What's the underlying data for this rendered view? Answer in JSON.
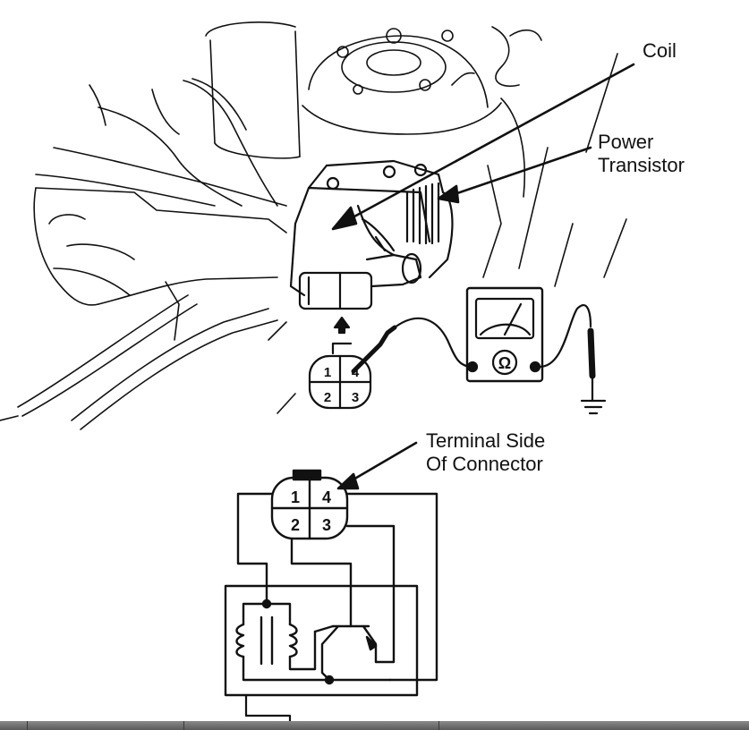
{
  "labels": {
    "coil": "Coil",
    "power_transistor_line1": "Power",
    "power_transistor_line2": "Transistor",
    "terminal_side_line1": "Terminal Side",
    "terminal_side_line2": "Of Connector"
  },
  "connector_pins": {
    "upper": [
      "1",
      "4",
      "2",
      "3"
    ],
    "lower": [
      "1",
      "4",
      "2",
      "3"
    ]
  },
  "ohmmeter_symbol": "Ω",
  "colors": {
    "ink": "#111111",
    "background": "#ffffff",
    "bottom_bar": "#6e6e6e"
  }
}
